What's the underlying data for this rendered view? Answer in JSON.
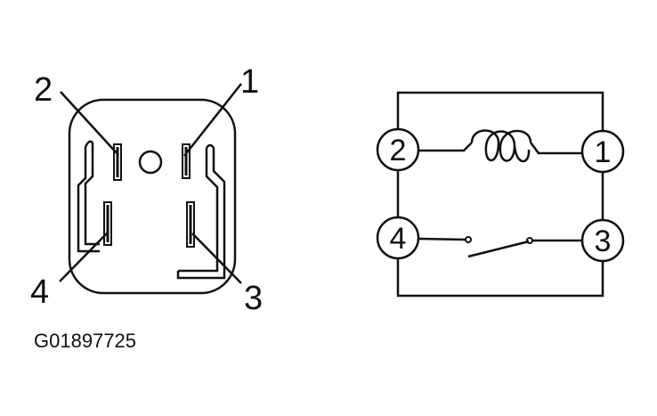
{
  "connector": {
    "pin_labels": {
      "p1": "1",
      "p2": "2",
      "p3": "3",
      "p4": "4"
    }
  },
  "schematic": {
    "node_labels": {
      "n1": "1",
      "n2": "2",
      "n3": "3",
      "n4": "4"
    }
  },
  "figure_code": "G01897725",
  "colors": {
    "line": "#111111",
    "background": "#ffffff"
  }
}
